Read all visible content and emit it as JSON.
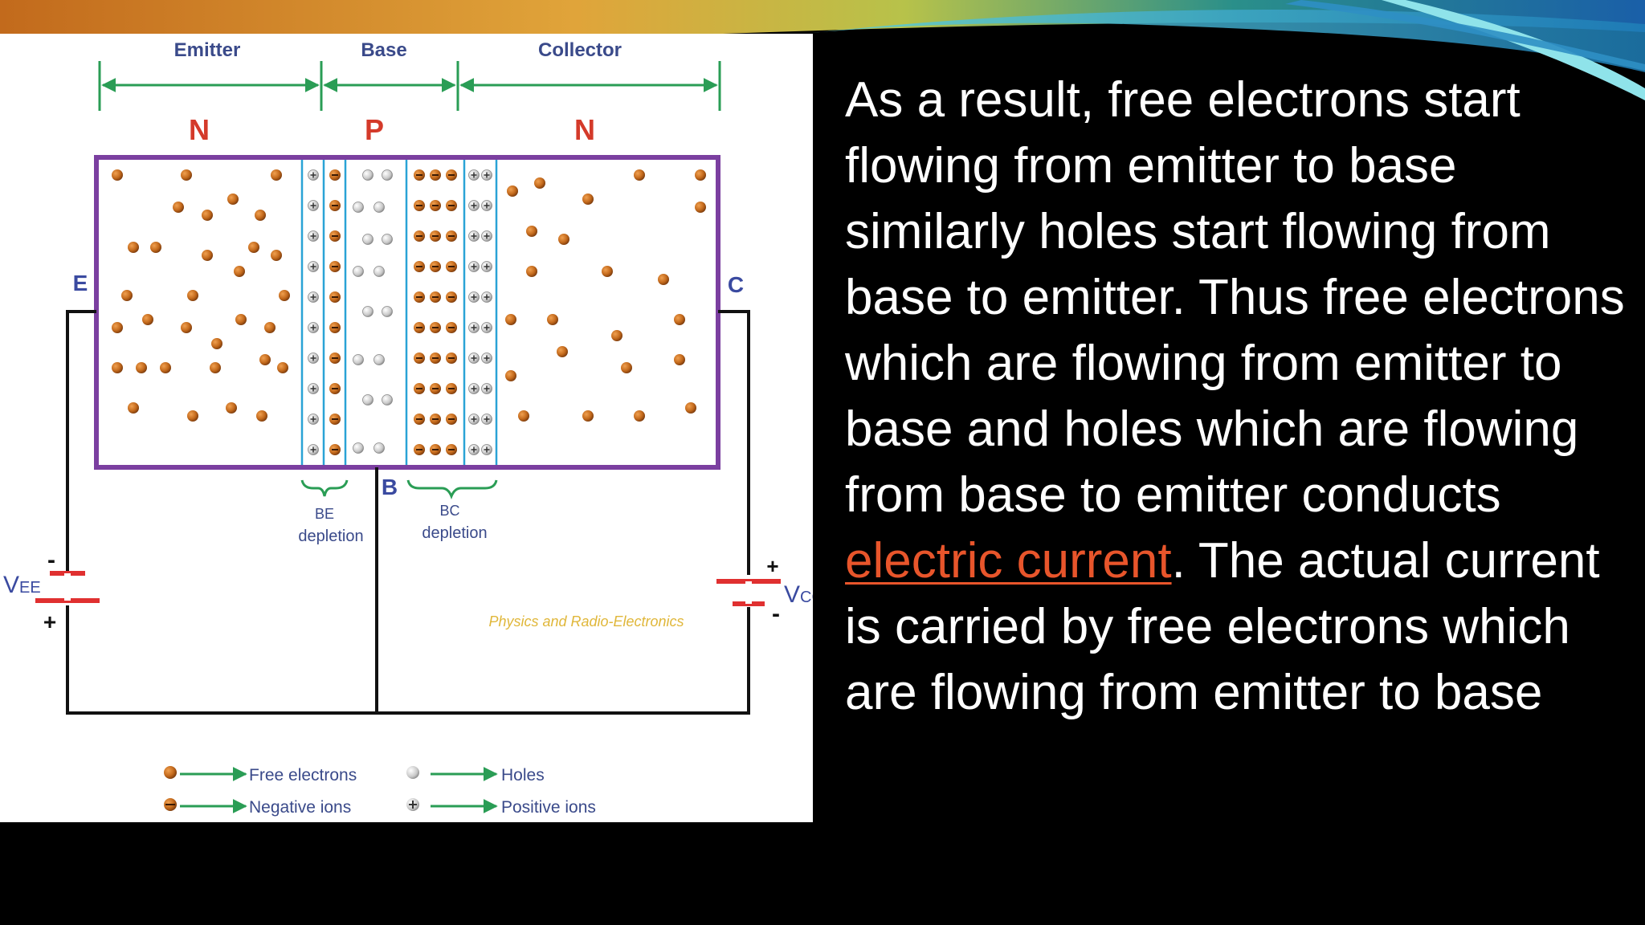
{
  "slide": {
    "text_before_link": "As a result, free electrons start flowing from emitter to base similarly holes start flowing from base to emitter. Thus free electrons which are flowing from emitter to base and holes which are flowing from base to emitter conducts ",
    "link_text": "electric current",
    "text_after_link": ". The actual current is carried by free electrons which are flowing from emitter to base"
  },
  "diagram": {
    "regions": {
      "emitter": "Emitter",
      "base": "Base",
      "collector": "Collector"
    },
    "types": {
      "emitter": "N",
      "base": "P",
      "collector": "N"
    },
    "terminals": {
      "e": "E",
      "b": "B",
      "c": "C"
    },
    "depletion": {
      "be_line1": "BE",
      "be_line2": "depletion",
      "bc_line1": "BC",
      "bc_line2": "depletion"
    },
    "sources": {
      "vee": "V",
      "vee_sub": "EE",
      "vee_minus": "-",
      "vee_plus": "+",
      "vcc": "V",
      "vcc_sub": "CC",
      "vcc_plus": "+",
      "vcc_minus": "-"
    },
    "watermark": "Physics and Radio-Electronics",
    "legend": {
      "free_electrons": "Free electrons",
      "holes": "Holes",
      "negative_ions": "Negative ions",
      "positive_ions": "Positive ions"
    }
  },
  "colors": {
    "box_border": "#7b3fa0",
    "arrows": "#2a9d55",
    "depletion_lines": "#2aa3d6",
    "type_label": "#d43a2a",
    "terminal_label": "#3a4aa0",
    "battery_plate": "#e03030",
    "electron": "#c46a1c",
    "watermark": "#e0b73a",
    "link": "#e8552b"
  }
}
